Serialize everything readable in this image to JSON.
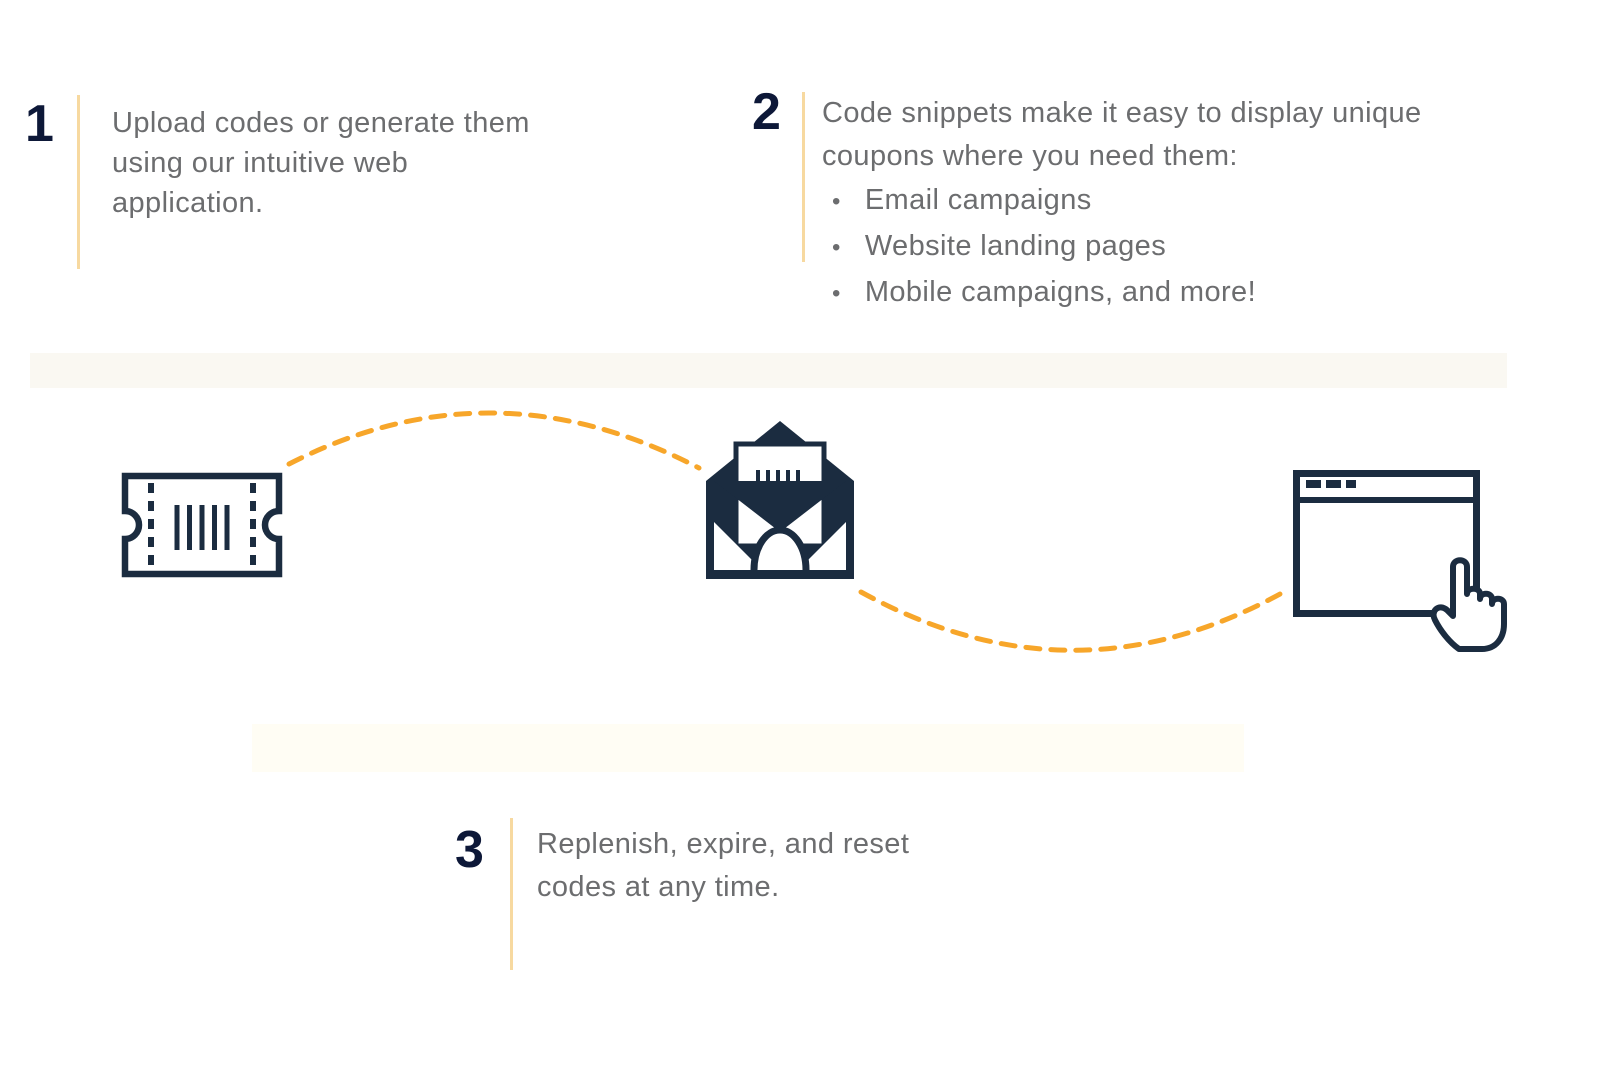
{
  "colors": {
    "number_navy": "#0d1838",
    "icon_navy": "#1b2c40",
    "text_gray": "#6c6d6f",
    "divider_orange": "#f7d9a0",
    "dash_orange": "#f7a62a",
    "band_light": "#faf8f2",
    "band_cream": "#fffdf4"
  },
  "steps": [
    {
      "number": "1",
      "lines": [
        "Upload codes or generate them",
        "using our intuitive web",
        "application."
      ]
    },
    {
      "number": "2",
      "lines": [
        "Code snippets make it easy to display unique",
        "coupons where you need them:"
      ],
      "bullet_char": "•",
      "bullets": [
        "Email campaigns",
        "Website landing pages",
        "Mobile campaigns, and more!"
      ]
    },
    {
      "number": "3",
      "lines": [
        "Replenish, expire, and reset",
        "codes at any time."
      ]
    }
  ],
  "icons": {
    "ticket": "coupon-ticket-icon",
    "envelope": "envelope-coupon-icon",
    "browser": "browser-click-icon"
  }
}
